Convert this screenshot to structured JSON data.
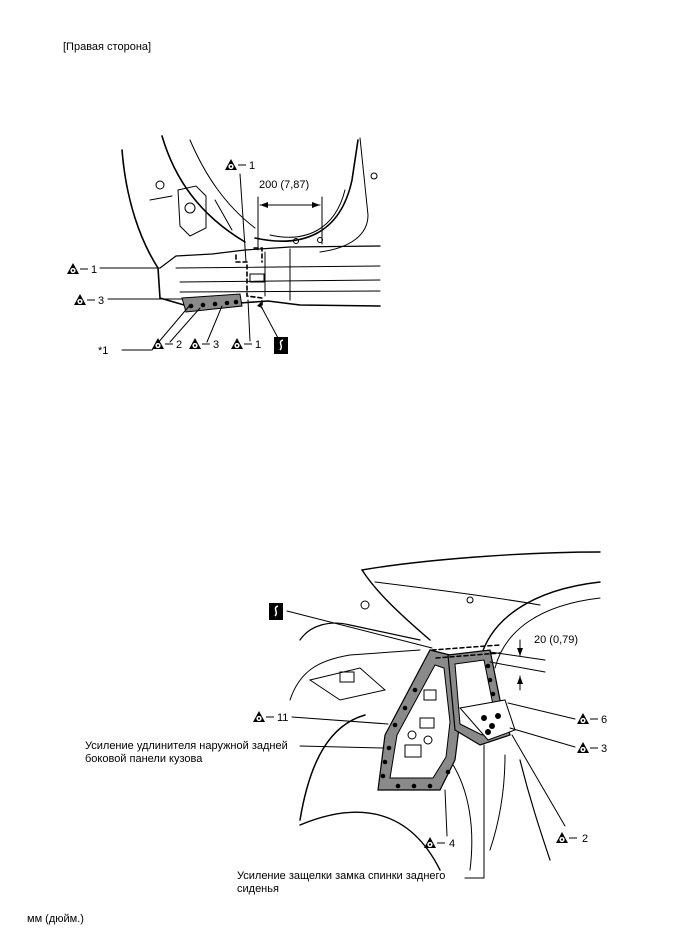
{
  "header": {
    "side_label": "[Правая сторона]"
  },
  "figure1": {
    "dimension": "200 (7,87)",
    "callouts": [
      "1",
      "1",
      "3",
      "2",
      "3",
      "1"
    ],
    "star_label": "*1"
  },
  "figure2": {
    "dimension": "20 (0,79)",
    "callouts": [
      "11",
      "6",
      "3",
      "4",
      "2"
    ],
    "labels": {
      "reinforcement_extension": "Усиление удлинителя наружной задней боковой панели кузова",
      "seatback_latch_reinforcement": "Усиление защелки замка спинки заднего сиденья"
    }
  },
  "footer": {
    "units": "мм (дюйм.)"
  }
}
